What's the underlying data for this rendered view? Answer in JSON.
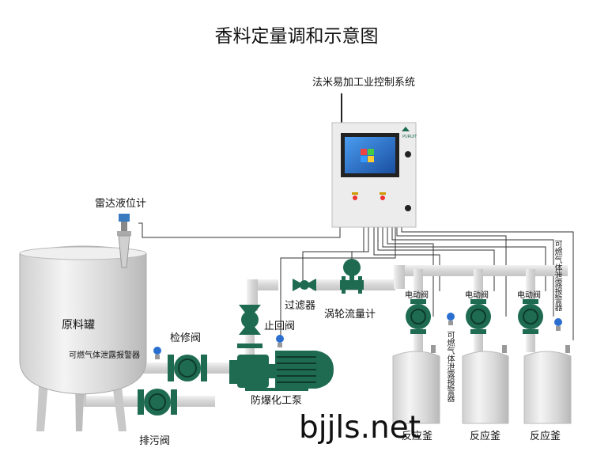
{
  "title": "香料定量调和示意图",
  "labels": {
    "control_system": "法米易加工业控制系统",
    "radar_level": "雷达液位计",
    "raw_tank": "原料罐",
    "repair_valve": "检修阀",
    "gas_alarm_tank": "可燃气体泄露报警器",
    "drain_valve": "排污阀",
    "filter": "过滤器",
    "check_valve": "止回阀",
    "turbine_meter": "涡轮流量计",
    "pump": "防爆化工泵",
    "electric_valve_1": "电动阀",
    "electric_valve_2": "电动阀",
    "electric_valve_3": "电动阀",
    "gas_alarm_vertical_1": "可燃气体泄露报警器",
    "gas_alarm_vertical_2": "可燃气体泄露报警器",
    "reactor_1": "反应釜",
    "reactor_2": "反应釜",
    "reactor_3": "反应釜",
    "panel_brand": "PURUIT",
    "watermark": "bjjls.net"
  },
  "colors": {
    "valve_green": "#1e6b52",
    "pipe": "#dcdcdc",
    "panel": "#e9e9e9",
    "screen_blue": "#2a6fd0"
  }
}
